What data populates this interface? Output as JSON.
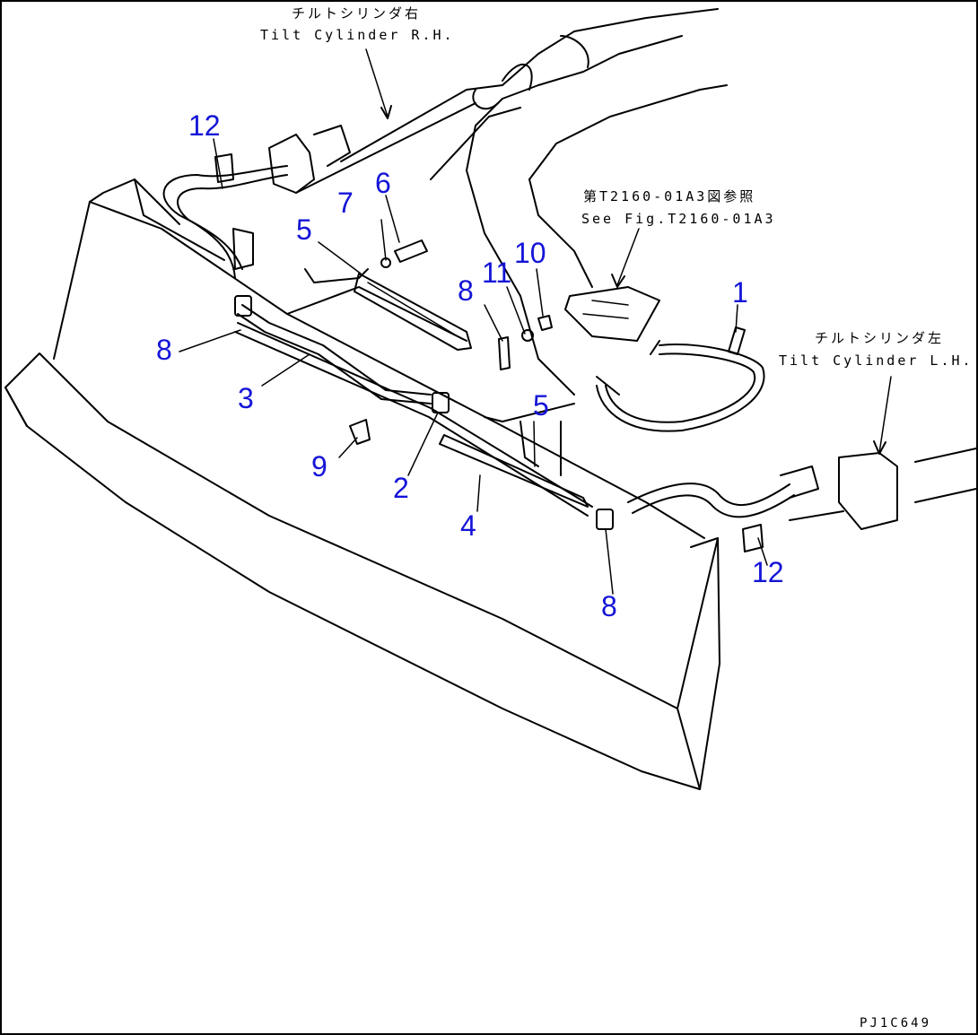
{
  "references": {
    "tilt_cylinder_rh_jp": "チルトシリンダ右",
    "tilt_cylinder_rh_en": "Tilt Cylinder R.H.",
    "tilt_cylinder_lh_jp": "チルトシリンダ左",
    "tilt_cylinder_lh_en": "Tilt Cylinder L.H.",
    "see_fig_jp": "第T2160-01A3図参照",
    "see_fig_en": "See Fig.T2160-01A3"
  },
  "callouts": {
    "c1": "1",
    "c2": "2",
    "c3": "3",
    "c4": "4",
    "c5a": "5",
    "c5b": "5",
    "c6": "6",
    "c7": "7",
    "c8a": "8",
    "c8b": "8",
    "c8c": "8",
    "c9": "9",
    "c10": "10",
    "c11": "11",
    "c12a": "12",
    "c12b": "12"
  },
  "drawing_code": "PJ1C649",
  "colors": {
    "callout": "#1414d8",
    "line": "#000000",
    "background": "#ffffff"
  }
}
